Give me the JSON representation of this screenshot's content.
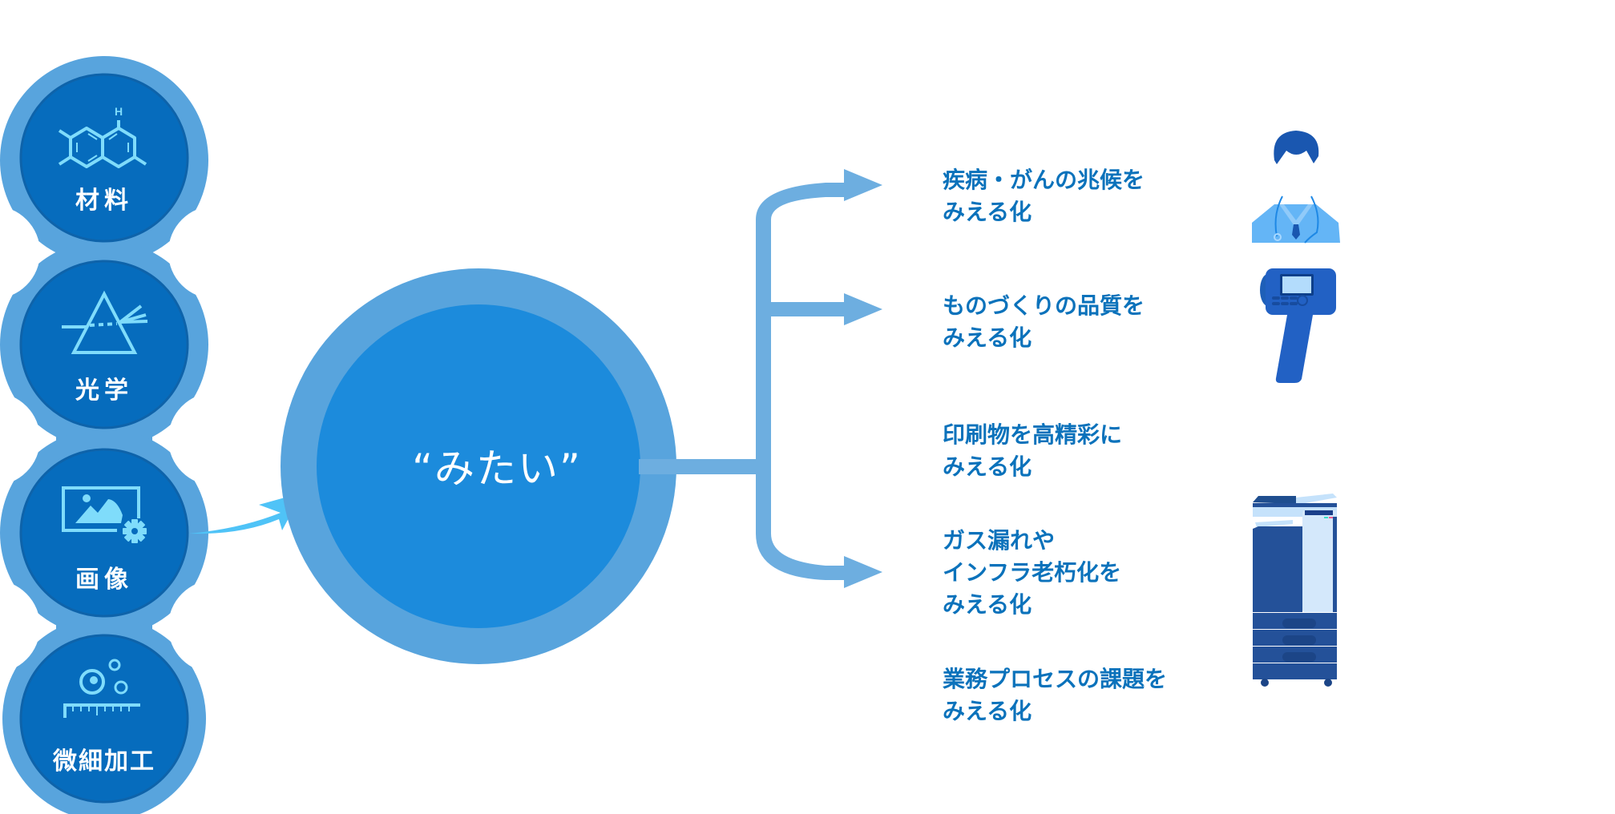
{
  "colors": {
    "outer_ring": "#58a4dd",
    "inner_fill": "#066cbd",
    "center_fill": "#1c8bdc",
    "icon_cyan": "#7fdcfb",
    "arrow_blue": "#6daee0",
    "input_arrow": "#4fc3f7",
    "outcome_text": "#0b72bb"
  },
  "technologies": [
    {
      "label": "材料",
      "icon": "molecule-icon"
    },
    {
      "label": "光学",
      "icon": "prism-icon"
    },
    {
      "label": "画像",
      "icon": "image-gear-icon"
    },
    {
      "label": "微細加工",
      "icon": "microfabrication-ruler-icon"
    }
  ],
  "center": {
    "label": "“みたい”"
  },
  "outcomes": [
    {
      "text": "疾病・がんの兆候を\nみえる化",
      "illustration": "doctor-icon"
    },
    {
      "text": "ものづくりの品質を\nみえる化",
      "illustration": "handheld-scanner-icon"
    },
    {
      "text": "印刷物を高精彩に\nみえる化",
      "illustration": null
    },
    {
      "text": "ガス漏れや\nインフラ老朽化を\nみえる化",
      "illustration": "multifunction-printer-icon"
    },
    {
      "text": "業務プロセスの課題を\nみえる化",
      "illustration": null
    }
  ]
}
